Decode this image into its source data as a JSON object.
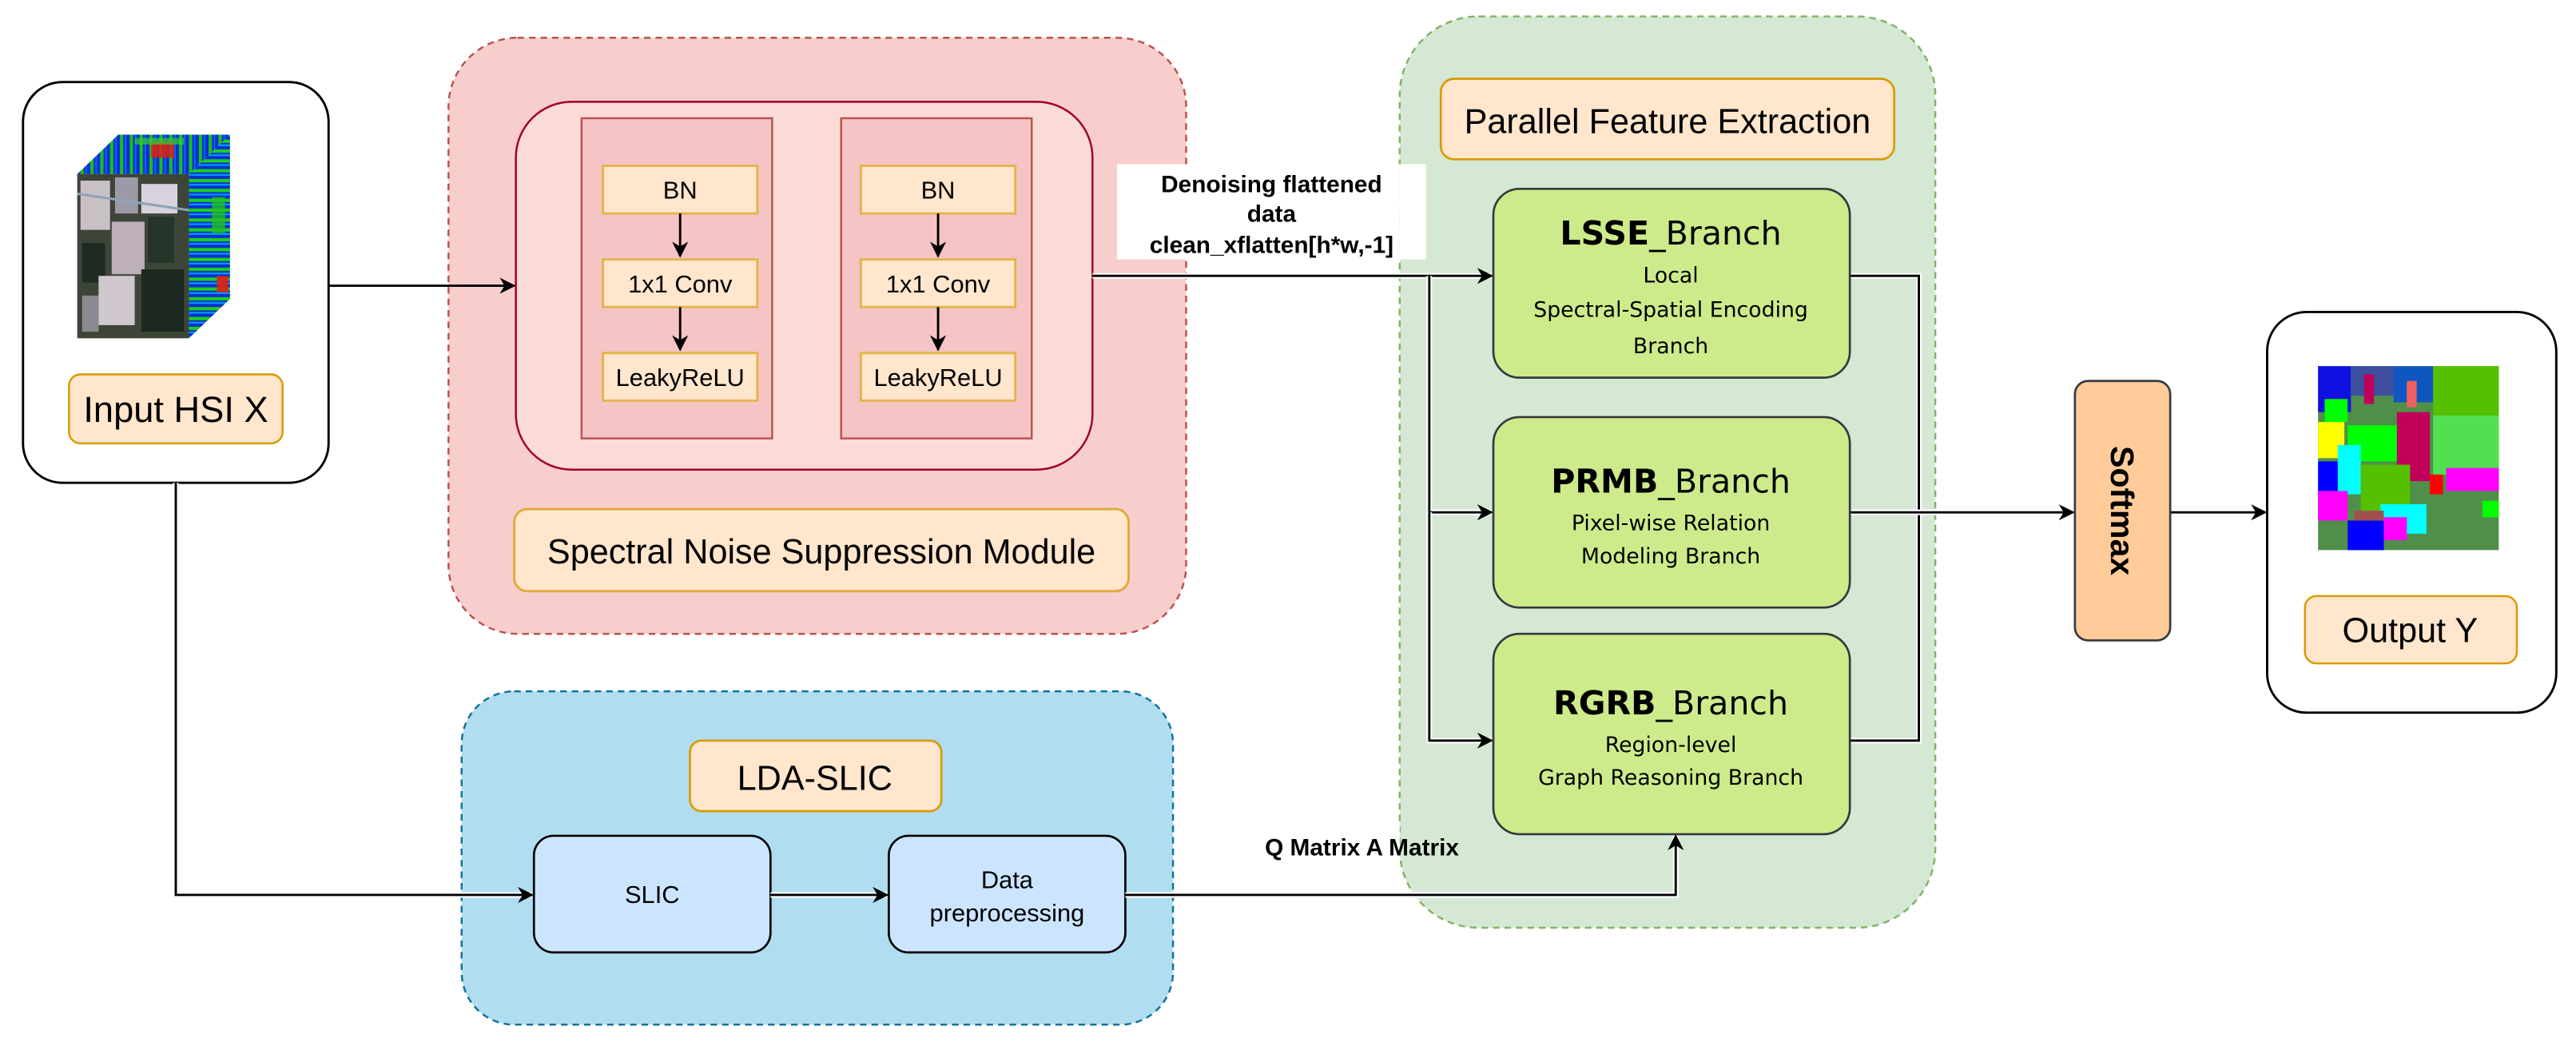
{
  "diagram": {
    "input": {
      "label": "Input HSI X",
      "image": "hyperspectral-cube-image"
    },
    "noise_module": {
      "label": "Spectral Noise Suppression Module",
      "columns": [
        {
          "steps": [
            "BN",
            "1x1 Conv",
            "LeakyReLU"
          ]
        },
        {
          "steps": [
            "BN",
            "1x1 Conv",
            "LeakyReLU"
          ]
        }
      ]
    },
    "flatten_annotation": {
      "line1": "Denoising flattened",
      "line2": "data",
      "line3": "clean_xflatten[h*w,-1]"
    },
    "lda_slic": {
      "label": "LDA-SLIC",
      "slic": "SLIC",
      "preprocess_line1": "Data",
      "preprocess_line2": "preprocessing"
    },
    "matrix_annotation": "Q Matrix A Matrix",
    "parallel": {
      "label": "Parallel Feature Extraction",
      "branches": [
        {
          "abbr": "LSSE",
          "suffix": "_Branch",
          "desc": [
            "Local",
            "Spectral-Spatial Encoding",
            "Branch"
          ]
        },
        {
          "abbr": "PRMB",
          "suffix": "_Branch",
          "desc": [
            "Pixel-wise Relation",
            "Modeling Branch"
          ]
        },
        {
          "abbr": "RGRB",
          "suffix": "_Branch",
          "desc": [
            "Region-level",
            "Graph Reasoning Branch"
          ]
        }
      ]
    },
    "softmax": "Softmax",
    "output": {
      "label": "Output Y",
      "image": "classification-map-image"
    },
    "colors": {
      "red_container_fill": "#f8cecc",
      "red_container_stroke": "#b85450",
      "inner_module_fill": "#fadbd8",
      "inner_module_stroke": "#a20025",
      "label_fill": "#ffe6cc",
      "label_stroke": "#d79b00",
      "blue_container_fill": "#b1ddf0",
      "blue_container_stroke": "#10739e",
      "blue_box_fill": "#cce5ff",
      "green_container_fill": "#d5e8d4",
      "green_container_stroke": "#82b366",
      "branch_fill": "#cdeb8b",
      "softmax_fill": "#ffcc99"
    }
  }
}
